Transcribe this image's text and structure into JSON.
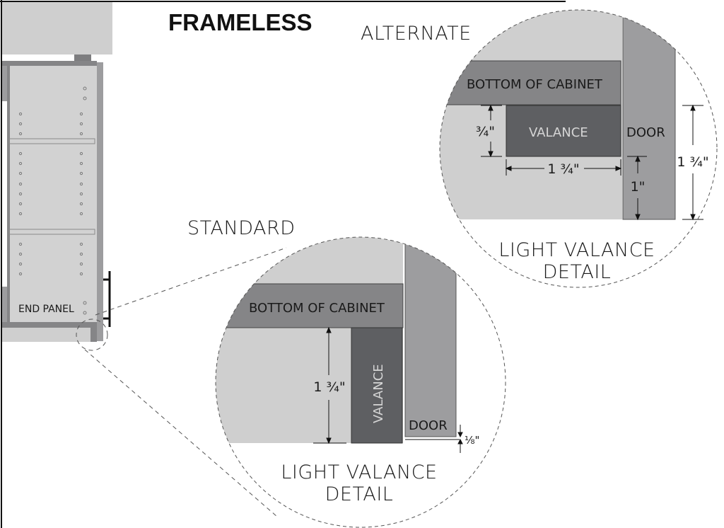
{
  "title": "FRAMELESS",
  "cabinet": {
    "end_panel_label": "END PANEL"
  },
  "alternate": {
    "heading": "ALTERNATE",
    "bottom_label": "BOTTOM OF CABINET",
    "valance_label": "VALANCE",
    "door_label": "DOOR",
    "dim_valance_height": "¾\"",
    "dim_valance_width": "1 ¾\"",
    "dim_door_overlap": "1\"",
    "dim_total_height": "1 ¾\"",
    "caption_line1": "LIGHT VALANCE",
    "caption_line2": "DETAIL"
  },
  "standard": {
    "heading": "STANDARD",
    "bottom_label": "BOTTOM OF CABINET",
    "valance_label": "VALANCE",
    "door_label": "DOOR",
    "dim_valance_height": "1 ¾\"",
    "dim_door_gap": "⅛\"",
    "caption_line1": "LIGHT VALANCE",
    "caption_line2": "DETAIL"
  },
  "colors": {
    "light_gray": "#cfcfcf",
    "mid_gray": "#9d9d9f",
    "dark_gray": "#7a7a7c",
    "valance": "#5e5f62",
    "bottom_band": "#858587"
  }
}
